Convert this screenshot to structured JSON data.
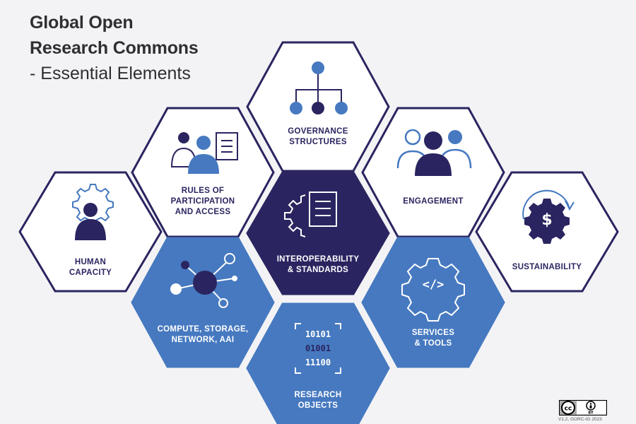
{
  "title": {
    "line1": "Global Open",
    "line2": "Research Commons",
    "subtitle": "- Essential Elements"
  },
  "colors": {
    "navy": "#2a2560",
    "blue": "#4679c0",
    "white": "#ffffff",
    "light": "#f3f3f6"
  },
  "elements": {
    "governance": {
      "line1": "GOVERNANCE",
      "line2": "STRUCTURES",
      "icon": "org-chart-icon"
    },
    "rules": {
      "line1": "RULES OF",
      "line2": "PARTICIPATION",
      "line3": "AND ACCESS",
      "icon": "people-document-icon"
    },
    "engagement": {
      "line1": "ENGAGEMENT",
      "icon": "group-people-icon"
    },
    "human": {
      "line1": "HUMAN",
      "line2": "CAPACITY",
      "icon": "person-gear-icon"
    },
    "interop": {
      "line1": "INTEROPERABILITY",
      "line2": "& STANDARDS",
      "icon": "gear-document-icon"
    },
    "sustainability": {
      "line1": "SUSTAINABILITY",
      "icon": "dollar-gear-icon"
    },
    "compute": {
      "line1": "COMPUTE, STORAGE,",
      "line2": "NETWORK, AAI",
      "icon": "network-nodes-icon"
    },
    "services": {
      "line1": "SERVICES",
      "line2": "& TOOLS",
      "icon": "code-gear-icon"
    },
    "research": {
      "line1": "RESEARCH",
      "line2": "OBJECTS",
      "icon": "binary-data-icon",
      "binary": [
        "10101",
        "01001",
        "11100"
      ]
    }
  },
  "license": {
    "badge_left": "cc",
    "badge_right": "BY",
    "credit": "V1.2, GORC-IG 2023"
  }
}
